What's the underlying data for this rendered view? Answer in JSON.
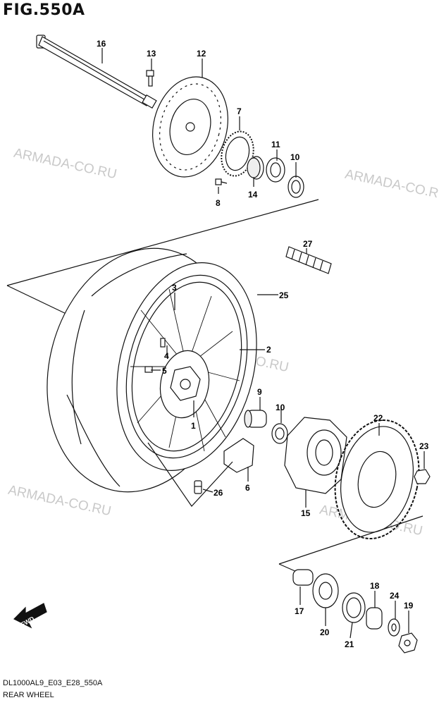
{
  "figure": {
    "title": "FIG.550A"
  },
  "watermarks": [
    "ARMADA-CO.RU",
    "ARMADA-CO.RU",
    "ARMADA-CO.RU",
    "ARMADA-CO.RU",
    "ARMADA-CO.RU"
  ],
  "footer": {
    "code": "DL1000AL9_E03_E28_550A",
    "name": "REAR WHEEL"
  },
  "fwd_label": "FWD",
  "callouts": {
    "c1": "1",
    "c2": "2",
    "c3": "3",
    "c4": "4",
    "c5": "5",
    "c6": "6",
    "c7": "7",
    "c8": "8",
    "c9": "9",
    "c10a": "10",
    "c10b": "10",
    "c11": "11",
    "c12": "12",
    "c13": "13",
    "c14": "14",
    "c15": "15",
    "c16": "16",
    "c17": "17",
    "c18": "18",
    "c19": "19",
    "c20": "20",
    "c21": "21",
    "c22": "22",
    "c23": "23",
    "c24": "24",
    "c25": "25",
    "c26": "26",
    "c27": "27"
  }
}
